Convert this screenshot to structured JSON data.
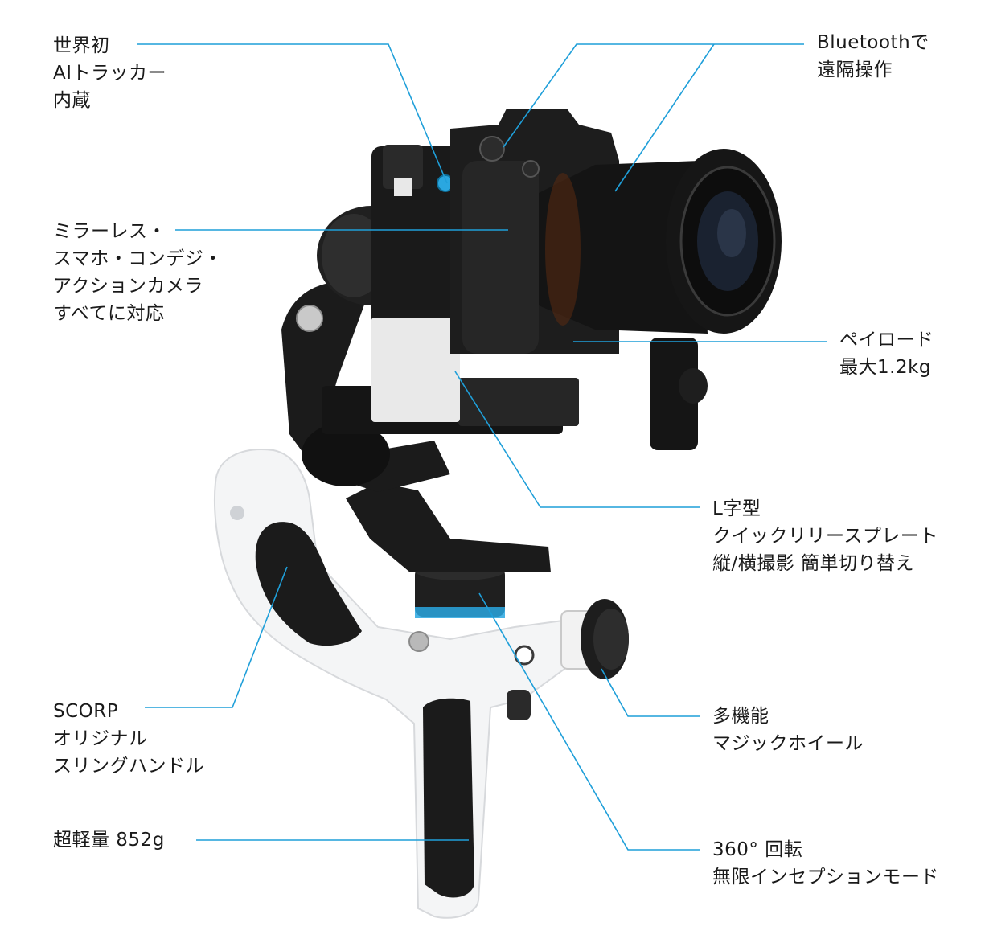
{
  "colors": {
    "leader_line": "#1f9fd9",
    "body_black": "#1b1b1b",
    "handle_white": "#f4f5f6",
    "accent_blue": "#2aa7e0"
  },
  "callouts": [
    {
      "id": "ai-tracker",
      "lines": [
        "世界初",
        "AIトラッカー",
        "内蔵"
      ]
    },
    {
      "id": "bluetooth",
      "lines": [
        "Bluetoothで",
        "遠隔操作"
      ]
    },
    {
      "id": "compatibility",
      "lines": [
        "ミラーレス・",
        "スマホ・コンデジ・",
        "アクションカメラ",
        "すべてに対応"
      ]
    },
    {
      "id": "payload",
      "lines": [
        "ペイロード",
        "最大1.2kg"
      ]
    },
    {
      "id": "l-plate",
      "lines": [
        "L字型",
        "クイックリリースプレート",
        "縦/横撮影 簡単切り替え"
      ]
    },
    {
      "id": "sling-handle",
      "lines": [
        "SCORP",
        "オリジナル",
        "スリングハンドル"
      ]
    },
    {
      "id": "magic-wheel",
      "lines": [
        "多機能",
        "マジックホイール"
      ]
    },
    {
      "id": "weight",
      "lines": [
        "超軽量 852g"
      ]
    },
    {
      "id": "rotation",
      "lines": [
        "360° 回転",
        "無限インセプションモード"
      ]
    }
  ]
}
